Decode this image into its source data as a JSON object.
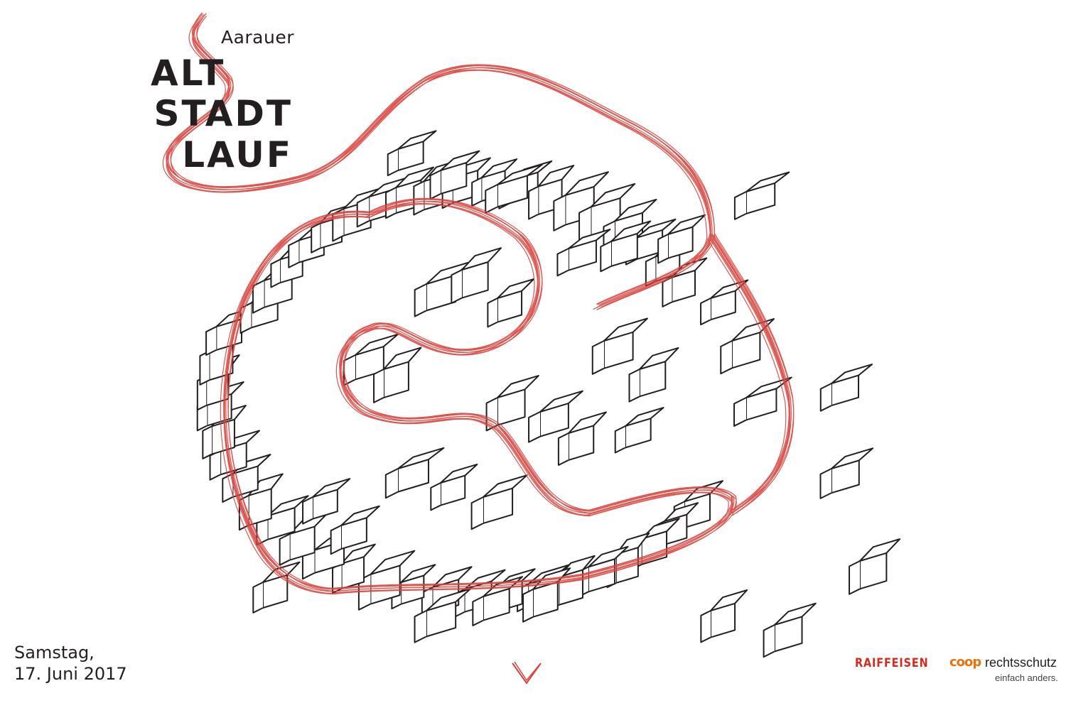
{
  "logo": {
    "prefix": "Aarauer",
    "line1": "ALT",
    "line2": "STADT",
    "line3": "LAUF"
  },
  "event_date": {
    "line1": "Samstag,",
    "line2": "17. Juni 2017"
  },
  "scroll_down_icon": "chevron-down-icon",
  "sponsors": {
    "raiffeisen": "RAIFFEISEN",
    "coop": "coop",
    "coop_product": "rechtsschutz",
    "coop_tagline": "einfach anders."
  },
  "colors": {
    "route": "#d9443f",
    "ink": "#231f20",
    "raiffeisen": "#d52b1e",
    "coop": "#e9720c"
  }
}
